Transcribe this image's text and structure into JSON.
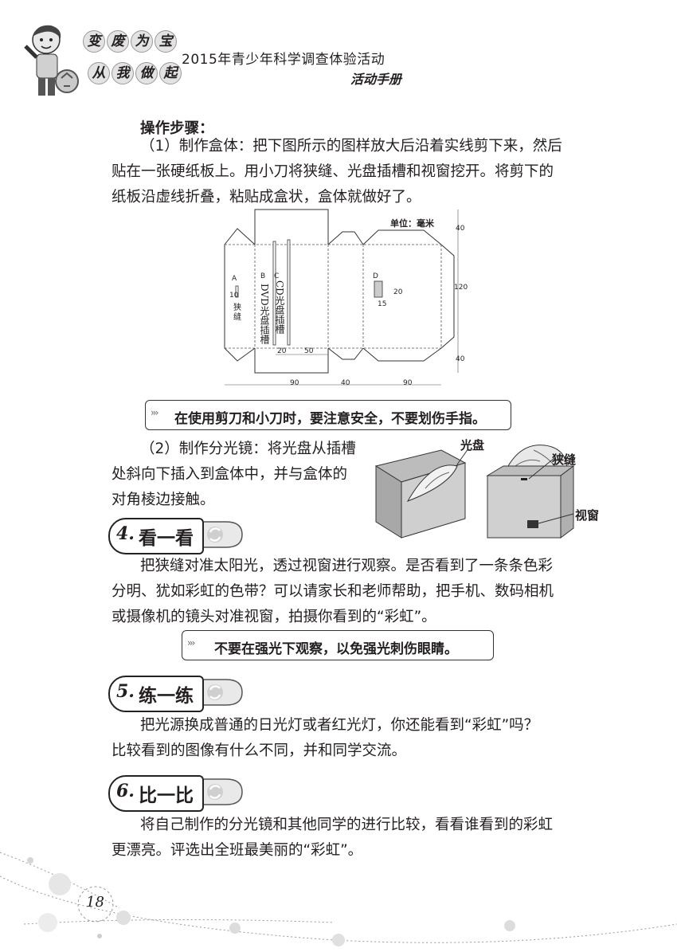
{
  "header": {
    "banner_chars": [
      "变",
      "废",
      "为",
      "宝",
      "从",
      "我",
      "做",
      "起"
    ],
    "title": "2015年青少年科学调查体验活动",
    "subtitle": "活动手册"
  },
  "steps": {
    "heading": "操作步骤：",
    "step1_lines": [
      "（1）制作盒体：把下图所示的图样放大后沿着实线剪下来，然后",
      "贴在一张硬纸板上。用小刀将狭缝、光盘插槽和视窗挖开。将剪下的",
      "纸板沿虚线折叠，粘贴成盒状，盒体就做好了。"
    ]
  },
  "diagram": {
    "unit_label": "单位：毫米",
    "slit_letter": "A",
    "slit_label": "狭缝",
    "slit_size": "10",
    "dvd_letter": "B",
    "dvd_label": "DVD光盘插槽",
    "cd_letter": "C",
    "cd_label": "CD光盘插槽",
    "window_letter": "D",
    "window_h": "20",
    "window_w": "15",
    "dim_20": "20",
    "dim_50": "50",
    "dim_90_left": "90",
    "dim_40_mid": "40",
    "dim_90_right": "90",
    "dim_40_top": "40",
    "dim_120": "120",
    "dim_40_bottom": "40"
  },
  "warning1": "在使用剪刀和小刀时，要注意安全，不要划伤手指。",
  "step2_lines": [
    "（2）制作分光镜：将光盘从插槽",
    "处斜向下插入到盒体中，并与盒体的",
    "对角棱边接触。"
  ],
  "figure_labels": {
    "disc": "光盘",
    "slit": "狭缝",
    "window": "视窗"
  },
  "section4": {
    "number": "4.",
    "title": "看一看",
    "lines": [
      "把狭缝对准太阳光，透过视窗进行观察。是否看到了一条条色彩",
      "分明、犹如彩虹的色带？可以请家长和老师帮助，把手机、数码相机",
      "或摄像机的镜头对准视窗，拍摄你看到的“彩虹”。"
    ]
  },
  "warning2": "不要在强光下观察，以免强光刺伤眼睛。",
  "section5": {
    "number": "5.",
    "title": "练一练",
    "lines": [
      "把光源换成普通的日光灯或者红光灯，你还能看到“彩虹”吗？",
      "比较看到的图像有什么不同，并和同学交流。"
    ]
  },
  "section6": {
    "number": "6.",
    "title": "比一比",
    "lines": [
      "将自己制作的分光镜和其他同学的进行比较，看看谁看到的彩虹",
      "更漂亮。评选出全班最美丽的“彩虹”。"
    ]
  },
  "page_number": "18"
}
